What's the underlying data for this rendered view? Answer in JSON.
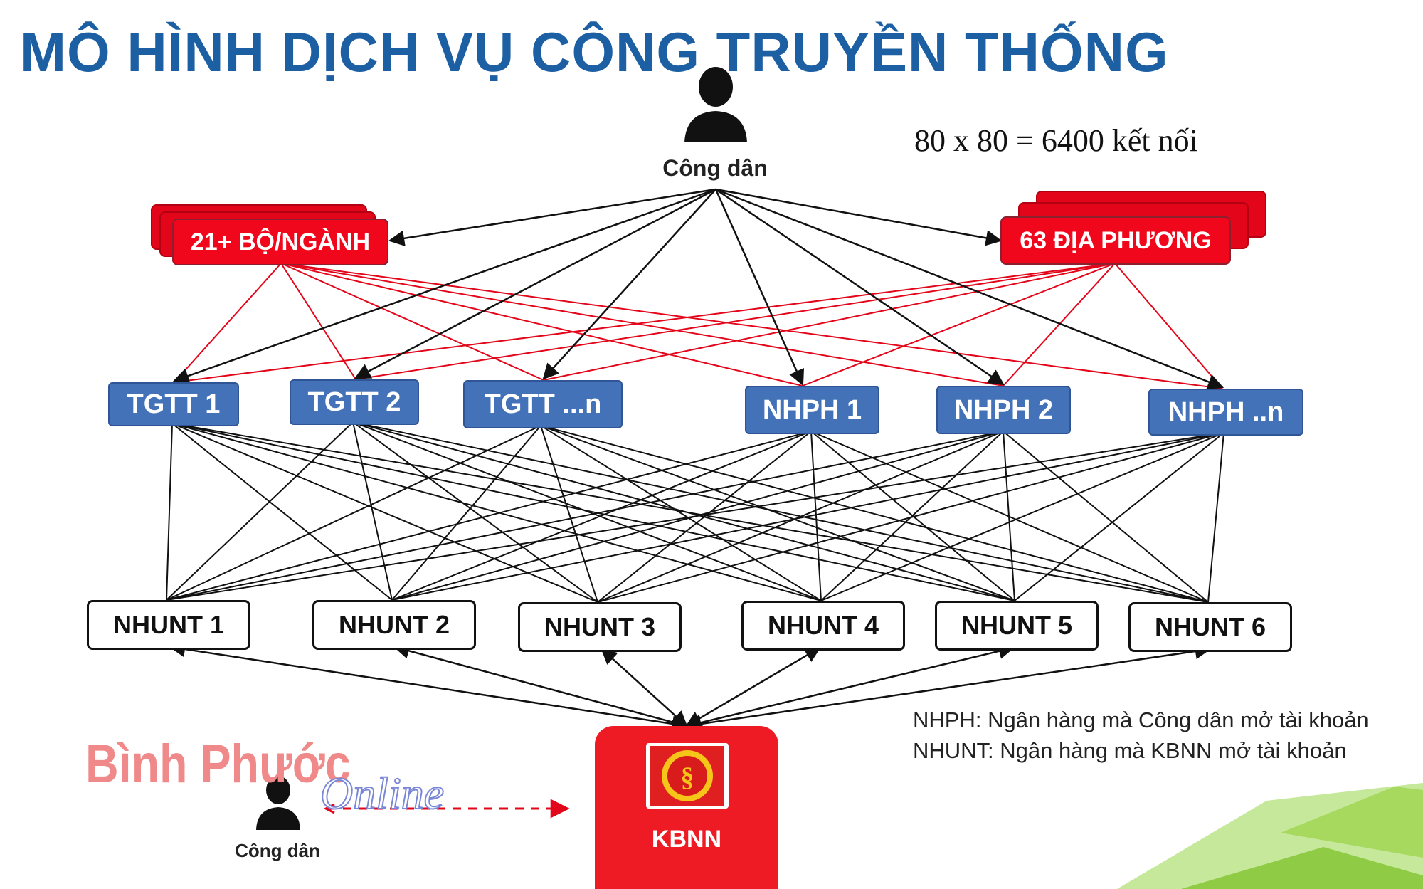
{
  "title": "MÔ HÌNH DỊCH VỤ CÔNG TRUYỀN THỐNG",
  "formula": "80 x 80 = 6400 kết nối",
  "citizen_label": "Công dân",
  "citizen_label_bottom": "Công dân",
  "ministries_label": "21+ BỘ/NGÀNH",
  "localities_label": "63 ĐỊA PHƯƠNG",
  "intermediaries": [
    "TGTT 1",
    "TGTT 2",
    "TGTT ...n",
    "NHPH 1",
    "NHPH 2",
    "NHPH ..n"
  ],
  "receiving_banks": [
    "NHUNT 1",
    "NHUNT 2",
    "NHUNT 3",
    "NHUNT 4",
    "NHUNT 5",
    "NHUNT 6"
  ],
  "treasury_label": "KBNN",
  "legend": [
    "NHPH: Ngân hàng mà Công dân mở tài khoản",
    "NHUNT: Ngân hàng mà KBNN mở tài khoản"
  ],
  "watermark": {
    "main": "Bình Phước",
    "sub": "Online"
  },
  "colors": {
    "title": "#1d5fa3",
    "red_box": "#f1071c",
    "blue_box": "#4472b8",
    "red_line": "#e3061a",
    "black_line": "#111111",
    "green_accent": "#9bd34a"
  }
}
